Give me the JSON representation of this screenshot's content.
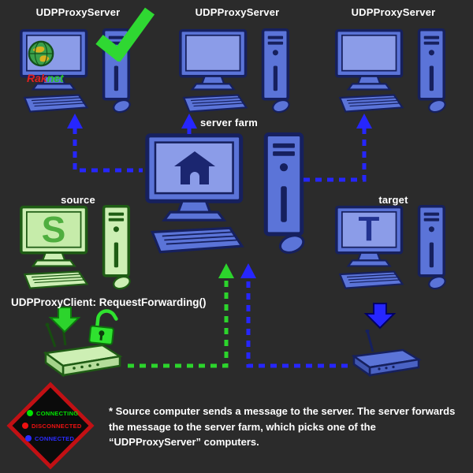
{
  "colors": {
    "arrow_blue": "#2626ff",
    "arrow_green": "#2cd42c",
    "check_green": "#2fd832",
    "computer_blue": "#5b74d8",
    "computer_green": "#cdefb4",
    "screen_blue": "#8b9ce8",
    "background": "#2b2b2b"
  },
  "nodes": {
    "proxy1": {
      "label": "UDPProxyServer"
    },
    "proxy2": {
      "label": "UDPProxyServer"
    },
    "proxy3": {
      "label": "UDPProxyServer"
    },
    "farm": {
      "label": "server farm"
    },
    "source": {
      "label": "source",
      "screen_letter": "S"
    },
    "target": {
      "label": "target",
      "screen_letter": "T"
    }
  },
  "logo": {
    "text_red": "Rak",
    "text_green": "net"
  },
  "annotations": {
    "client_call": "UDPProxyClient: RequestForwarding()",
    "caption": "* Source computer sends a message to the server.  The server forwards the message to the server farm, which picks one of the “UDPProxyServer” computers."
  },
  "legend": {
    "border_color": "#c21014",
    "items": [
      {
        "label": "CONNECTING",
        "color": "#00e400"
      },
      {
        "label": "DISCONNECTED",
        "color": "#ee1111"
      },
      {
        "label": "CONNECTED",
        "color": "#2b2bff"
      }
    ]
  }
}
